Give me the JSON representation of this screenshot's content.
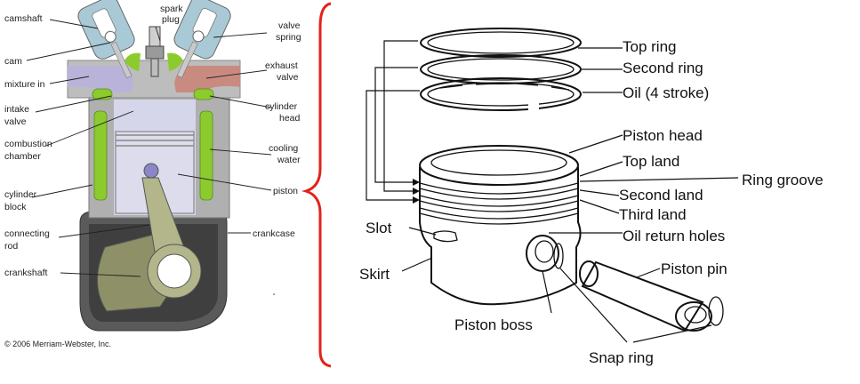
{
  "engine_diagram": {
    "labels": {
      "camshaft": "camshaft",
      "spark_plug_1": "spark",
      "spark_plug_2": "plug",
      "valve_spring_1": "valve",
      "valve_spring_2": "spring",
      "cam": "cam",
      "exhaust_valve_1": "exhaust",
      "exhaust_valve_2": "valve",
      "mixture_in": "mixture in",
      "intake_valve_1": "intake",
      "intake_valve_2": "valve",
      "cylinder_head_1": "cylinder",
      "cylinder_head_2": "head",
      "combustion_chamber_1": "combustion",
      "combustion_chamber_2": "chamber",
      "cooling_water_1": "cooling",
      "cooling_water_2": "water",
      "cylinder_block_1": "cylinder",
      "cylinder_block_2": "block",
      "piston": "piston",
      "connecting_rod_1": "connecting",
      "connecting_rod_2": "rod",
      "crankcase": "crankcase",
      "crankshaft": "crankshaft"
    },
    "copyright": "© 2006 Merriam-Webster, Inc.",
    "colors": {
      "valve_housing": "#a9c9d6",
      "mixture": "#b9b3d9",
      "exhaust": "#c98b80",
      "water_jacket": "#8ccb2e",
      "cylinder_wall": "#b0b0b0",
      "piston": "#d6d6ea",
      "crankcase": "#5a5a5a",
      "crankcase_inner": "#3f3f3f",
      "rod": "#b2b68a",
      "crank_web": "#8e9168"
    }
  },
  "divider": {
    "color": "#e2231a"
  },
  "piston_diagram": {
    "labels": {
      "top_ring": "Top ring",
      "second_ring": "Second ring",
      "oil_ring": "Oil (4 stroke)",
      "piston_head": "Piston head",
      "top_land": "Top land",
      "ring_groove": "Ring groove",
      "second_land": "Second land",
      "third_land": "Third land",
      "slot": "Slot",
      "oil_return_holes": "Oil return holes",
      "piston_pin": "Piston pin",
      "skirt": "Skirt",
      "piston_boss": "Piston boss",
      "snap_ring": "Snap ring"
    }
  }
}
